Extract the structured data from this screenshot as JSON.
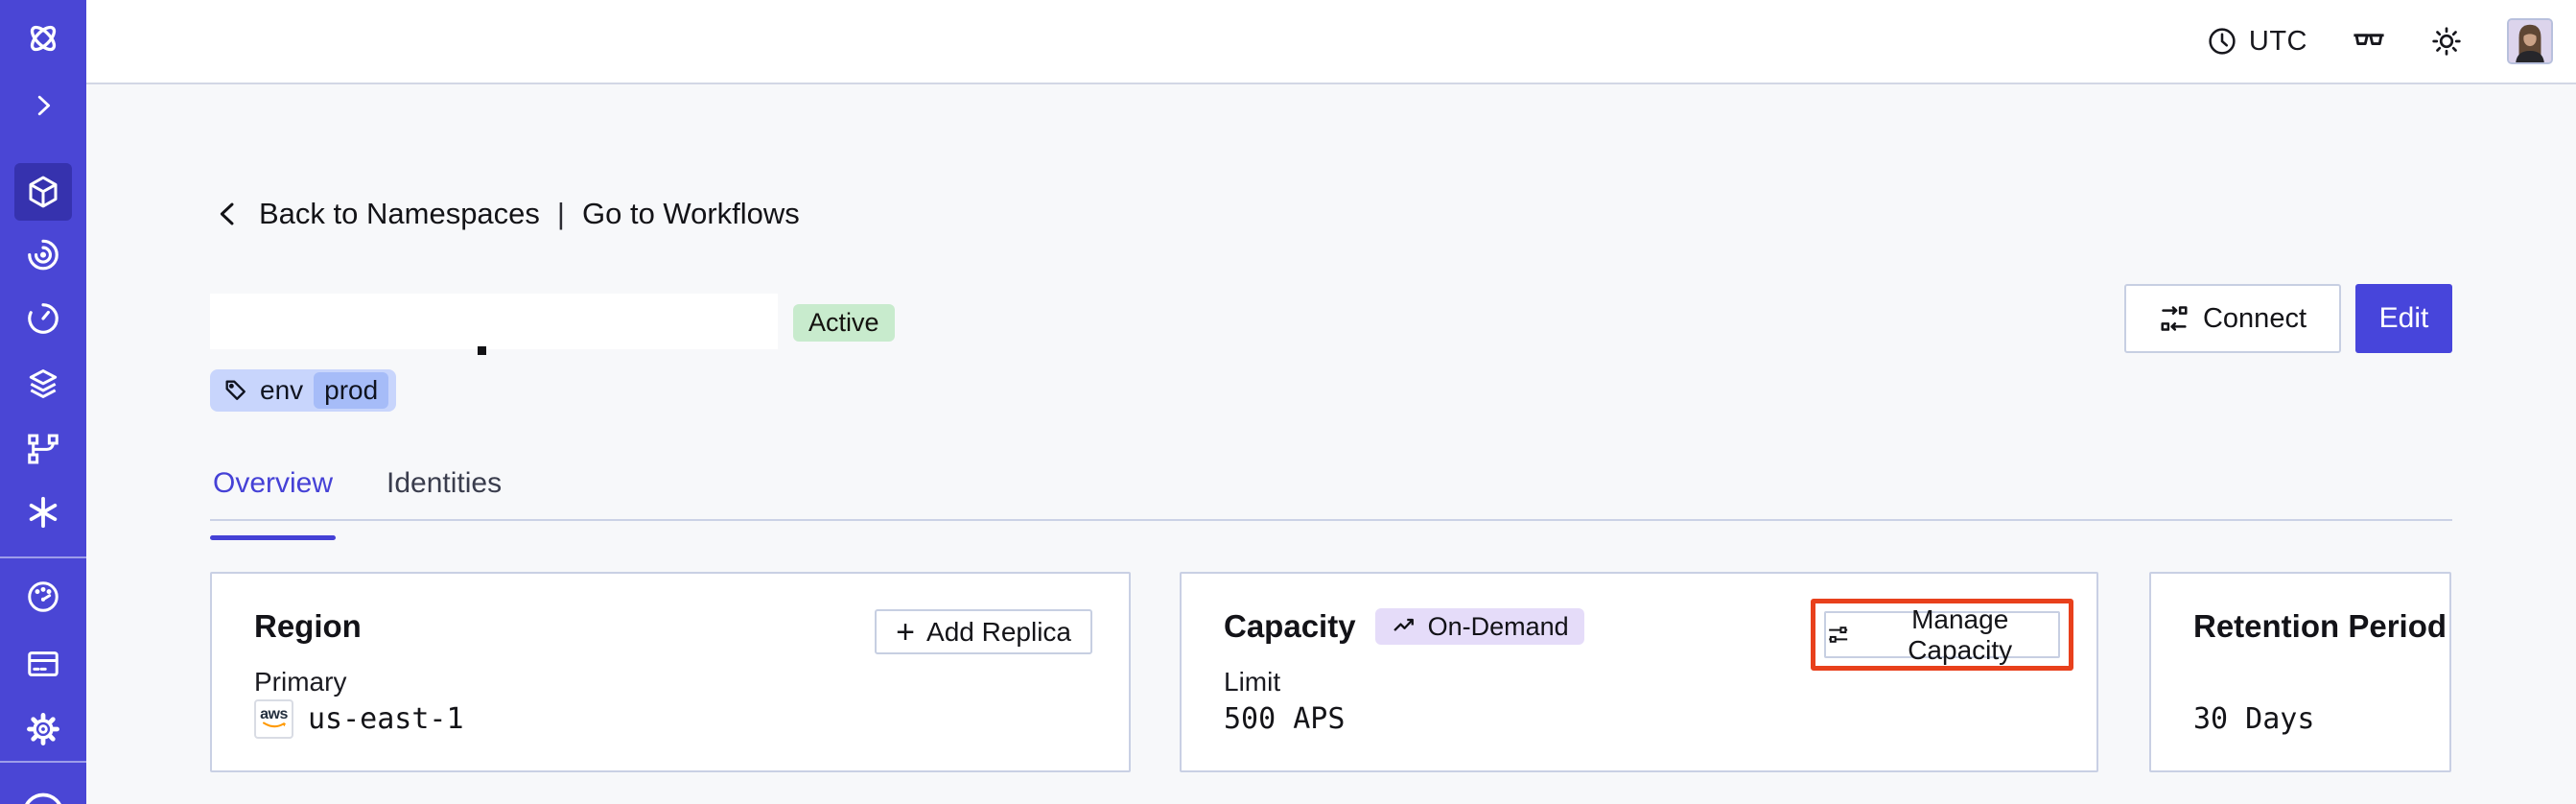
{
  "topbar": {
    "timezone_label": "UTC"
  },
  "breadcrumb": {
    "back_label": "Back to Namespaces",
    "separator": "|",
    "workflows_label": "Go to Workflows"
  },
  "namespace_header": {
    "status_badge": "Active",
    "tag_key": "env",
    "tag_value": "prod",
    "connect_label": "Connect",
    "edit_label": "Edit"
  },
  "tabs": {
    "overview_label": "Overview",
    "identities_label": "Identities"
  },
  "cards": {
    "region": {
      "title": "Region",
      "plus_sign": "+",
      "add_replica_label": "Add Replica",
      "primary_label": "Primary",
      "provider_label": "aws",
      "primary_value": "us-east-1"
    },
    "capacity": {
      "title": "Capacity",
      "mode_badge": "On-Demand",
      "manage_label": "Manage Capacity",
      "limit_label": "Limit",
      "limit_value": "500 APS"
    },
    "retention": {
      "title": "Retention Period",
      "value": "30 Days"
    }
  },
  "colors": {
    "sidebar_indigo": "#4A46D5",
    "accent_indigo": "#4745DB",
    "active_badge_bg": "#C8EBCD",
    "tag_bg": "#C8D5FC",
    "tag_chip_bg": "#A6BCF8",
    "ondemand_badge_bg": "#E5DCF9",
    "highlight_red": "#E8401C",
    "page_bg": "#F7F8FA"
  }
}
